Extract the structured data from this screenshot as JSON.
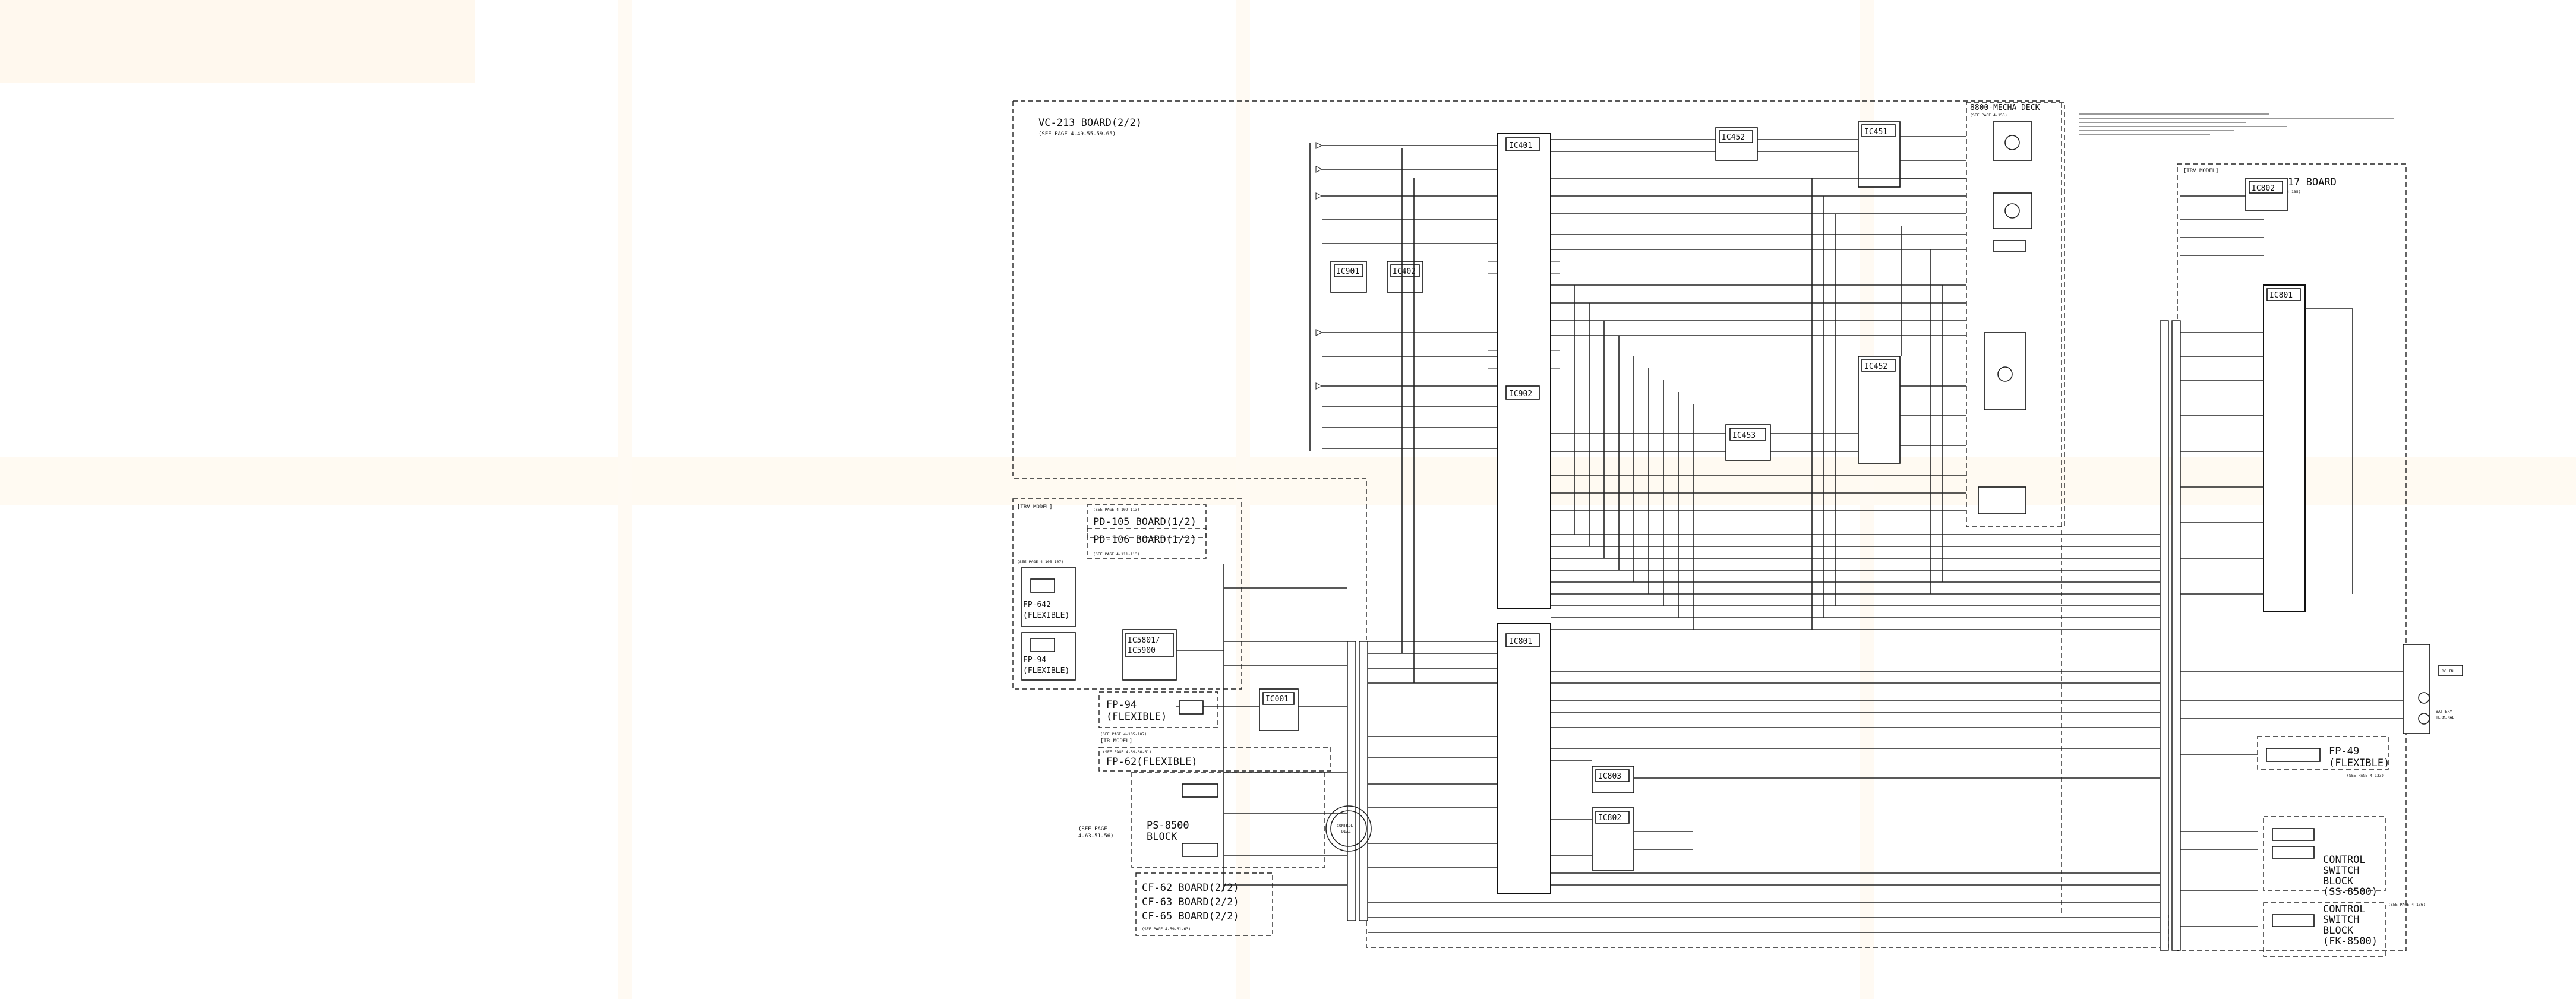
{
  "colors": {
    "line": "#222222",
    "background": "#ffffff",
    "tint": "#fff8ee"
  },
  "main_board": {
    "title": "VC-213 BOARD(2/2)",
    "see_page": "(SEE PAGE 4-49-55-59-65)"
  },
  "ics": {
    "ic401": "IC401",
    "ic901": "IC901",
    "ic402": "IC402",
    "ic902": "IC902",
    "ic801": "IC801",
    "ic451": "IC451",
    "ic452_top": "IC452",
    "ic452_mid": "IC452",
    "ic453": "IC453",
    "ic803": "IC803",
    "ic802": "IC802",
    "ic001": "IC001",
    "ic5801": "IC5801/",
    "ic5900": "IC5900",
    "ic802_dd": "IC802",
    "ic801_dd": "IC801"
  },
  "mecha": {
    "title": "8800-MECHA DECK",
    "see_page": "(SEE PAGE 4-153)"
  },
  "dd_board": {
    "model": "[TRV MODEL]",
    "title": "DD-117 BOARD",
    "see_page": "(SEE PAGE 4-135)"
  },
  "left_blocks": {
    "trv_model": "[TRV MODEL]",
    "pd105": "PD-105 BOARD(1/2)",
    "pd105_see": "(SEE PAGE 4-109-113)",
    "pd106": "PD-106 BOARD(1/2)",
    "pd106_see": "(SEE PAGE 4-111-113)",
    "fp642": "FP-642",
    "fp642_flex": "(FLEXIBLE)",
    "see_left": "(SEE PAGE 4-105-107)",
    "fp94_a": "FP-94",
    "fp94_a_flex": "(FLEXIBLE)",
    "fp94_b": "FP-94",
    "fp94_b_flex": "(FLEXIBLE)",
    "fp94_b_see": "(SEE PAGE 4-105-107)",
    "tr_model": "[TR MODEL]",
    "fp62": "FP-62(FLEXIBLE)",
    "fp62_see": "(SEE PAGE 4-59-60-61)",
    "ps_title": "PS-8500",
    "ps_sub": "BLOCK",
    "ps_see_label": "(SEE PAGE",
    "ps_see_pages": "4-63-51-56)",
    "control_dial": "CONTROL",
    "control_dial_2": "DIAL",
    "cf62": "CF-62 BOARD(2/2)",
    "cf63": "CF-63 BOARD(2/2)",
    "cf65": "CF-65 BOARD(2/2)",
    "cf_see": "(SEE PAGE 4-59-61-63)"
  },
  "right_blocks": {
    "fp49": "FP-49",
    "fp49_flex": "(FLEXIBLE)",
    "fp49_see": "(SEE PAGE 4-133)",
    "ss_title": "CONTROL",
    "ss_title2": "SWITCH",
    "ss_title3": "BLOCK",
    "ss_name": "(SS-8500)",
    "ss_see": "(SEE PAGE 4-136)",
    "fk_title": "CONTROL",
    "fk_title2": "SWITCH",
    "fk_title3": "BLOCK",
    "fk_name": "(FK-8500)",
    "battery": "BATTERY",
    "battery2": "TERMINAL",
    "dc_in": "DC IN"
  }
}
